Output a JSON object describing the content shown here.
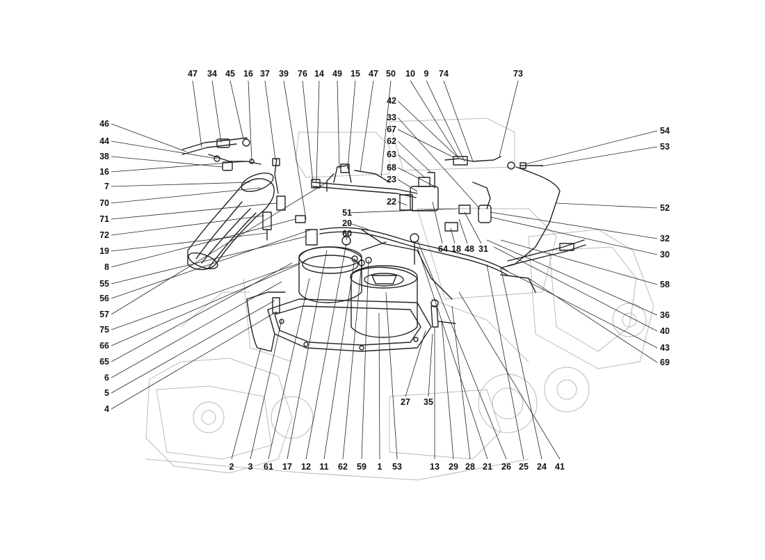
{
  "diagram": {
    "callouts": {
      "top": [
        "47",
        "34",
        "45",
        "16",
        "37",
        "39",
        "76",
        "14",
        "49",
        "15",
        "47",
        "50",
        "10",
        "9",
        "74",
        "73"
      ],
      "left": [
        "46",
        "44",
        "38",
        "16",
        "7",
        "70",
        "71",
        "72",
        "19",
        "8",
        "55",
        "56",
        "57",
        "75",
        "66",
        "65",
        "6",
        "5",
        "4"
      ],
      "bottom": [
        "2",
        "3",
        "61",
        "17",
        "12",
        "11",
        "62",
        "59",
        "1",
        "53",
        "13",
        "29",
        "28",
        "21",
        "26",
        "25",
        "24",
        "41"
      ],
      "right": [
        "54",
        "53",
        "52",
        "32",
        "30",
        "58",
        "36",
        "40",
        "43",
        "69"
      ],
      "center": [
        "42",
        "33",
        "67",
        "62",
        "63",
        "68",
        "23",
        "22",
        "51",
        "20",
        "60",
        "64",
        "18",
        "48",
        "31",
        "27",
        "35"
      ]
    }
  }
}
